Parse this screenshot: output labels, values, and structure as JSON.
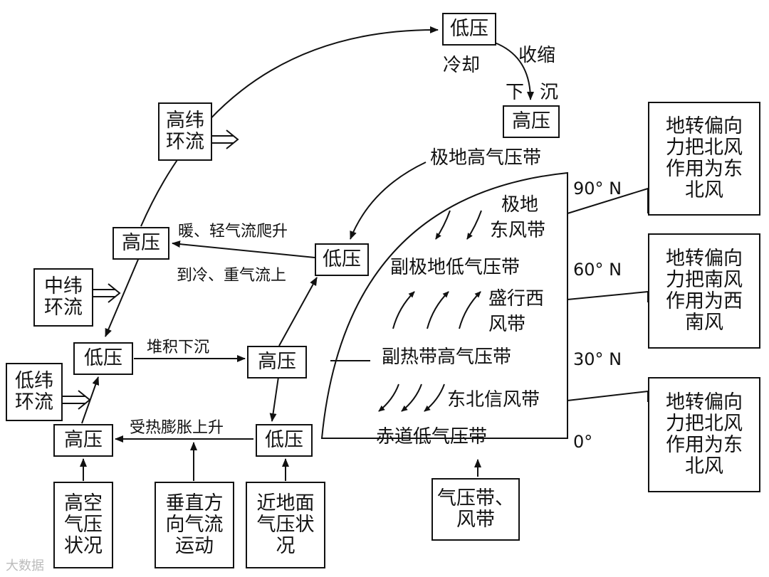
{
  "boxes": {
    "top_low": "低压",
    "top_high": "高压",
    "high_lat": "高纬\n环流",
    "mid_lat": "中纬\n环流",
    "low_lat": "低纬\n环流",
    "mid_high": "高压",
    "mid_low": "低压",
    "left_low": "低压",
    "center_high": "高压",
    "bottom_high": "高压",
    "bottom_low": "低压",
    "upper_air": "高空\n气压\n状况",
    "vertical_flow": "垂直方\n向气流\n运动",
    "surface": "近地面\n气压状\n况",
    "belts": "气压带、\n风带",
    "coriolis_1": "地转偏向\n力把北风\n作用为东\n北风",
    "coriolis_2": "地转偏向\n力把南风\n作用为西\n南风",
    "coriolis_3": "地转偏向\n力把北风\n作用为东\n北风"
  },
  "labels": {
    "cooling": "冷却",
    "shrink": "收缩",
    "sink_a": "下",
    "sink_b": "沉",
    "polar_high": "极地高气压带",
    "polar_east_a": "极地",
    "polar_east_b": "东风带",
    "subpolar_low": "副极地低气压带",
    "westerly_a": "盛行西",
    "westerly_b": "风带",
    "subtropical_high": "副热带高气压带",
    "ne_trade": "东北信风带",
    "equator_low": "赤道低气压带",
    "warm_rise": "暖、轻气流爬升",
    "cold_sink": "到冷、重气流上",
    "accumulate": "堆积下沉",
    "heat_rise": "受热膨胀上升",
    "lat90": "90° N",
    "lat60": "60° N",
    "lat30": "30° N",
    "lat0": "0°"
  },
  "watermark": "大数据"
}
